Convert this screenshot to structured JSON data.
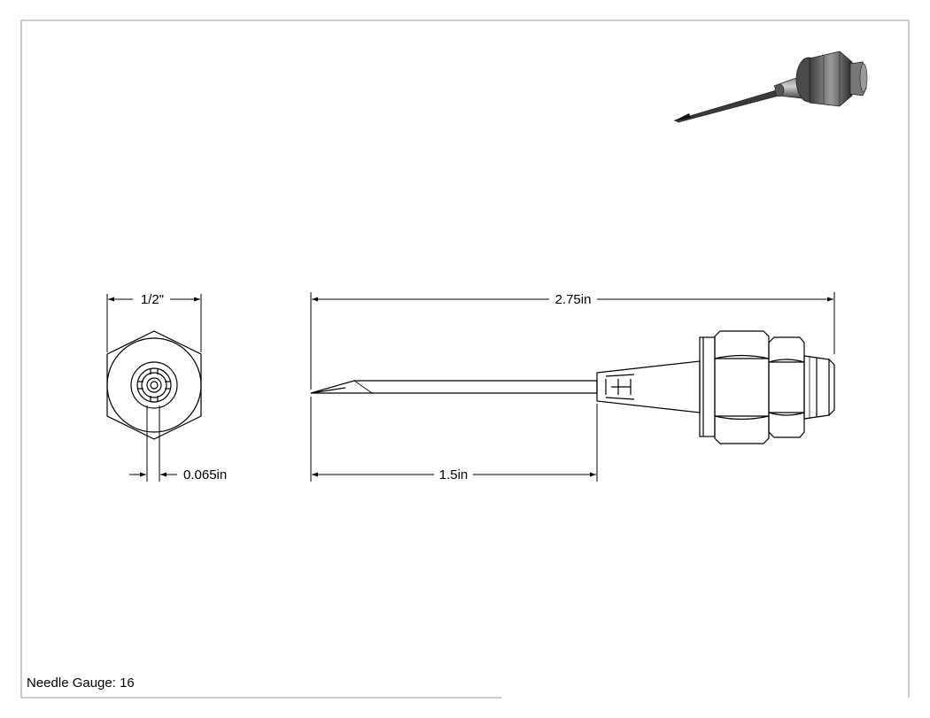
{
  "drawing": {
    "dimensions": {
      "hex_width": "1/2\"",
      "bore_diameter": "0.065in",
      "overall_length": "2.75in",
      "needle_length": "1.5in"
    },
    "notes": {
      "needle_gauge": "Needle Gauge: 16"
    },
    "colors": {
      "line": "#000000",
      "frame": "#999999",
      "background": "#ffffff",
      "iso_dark": "#2a2a2a",
      "iso_mid": "#6d6d6d",
      "iso_light": "#bdbdbd"
    }
  }
}
